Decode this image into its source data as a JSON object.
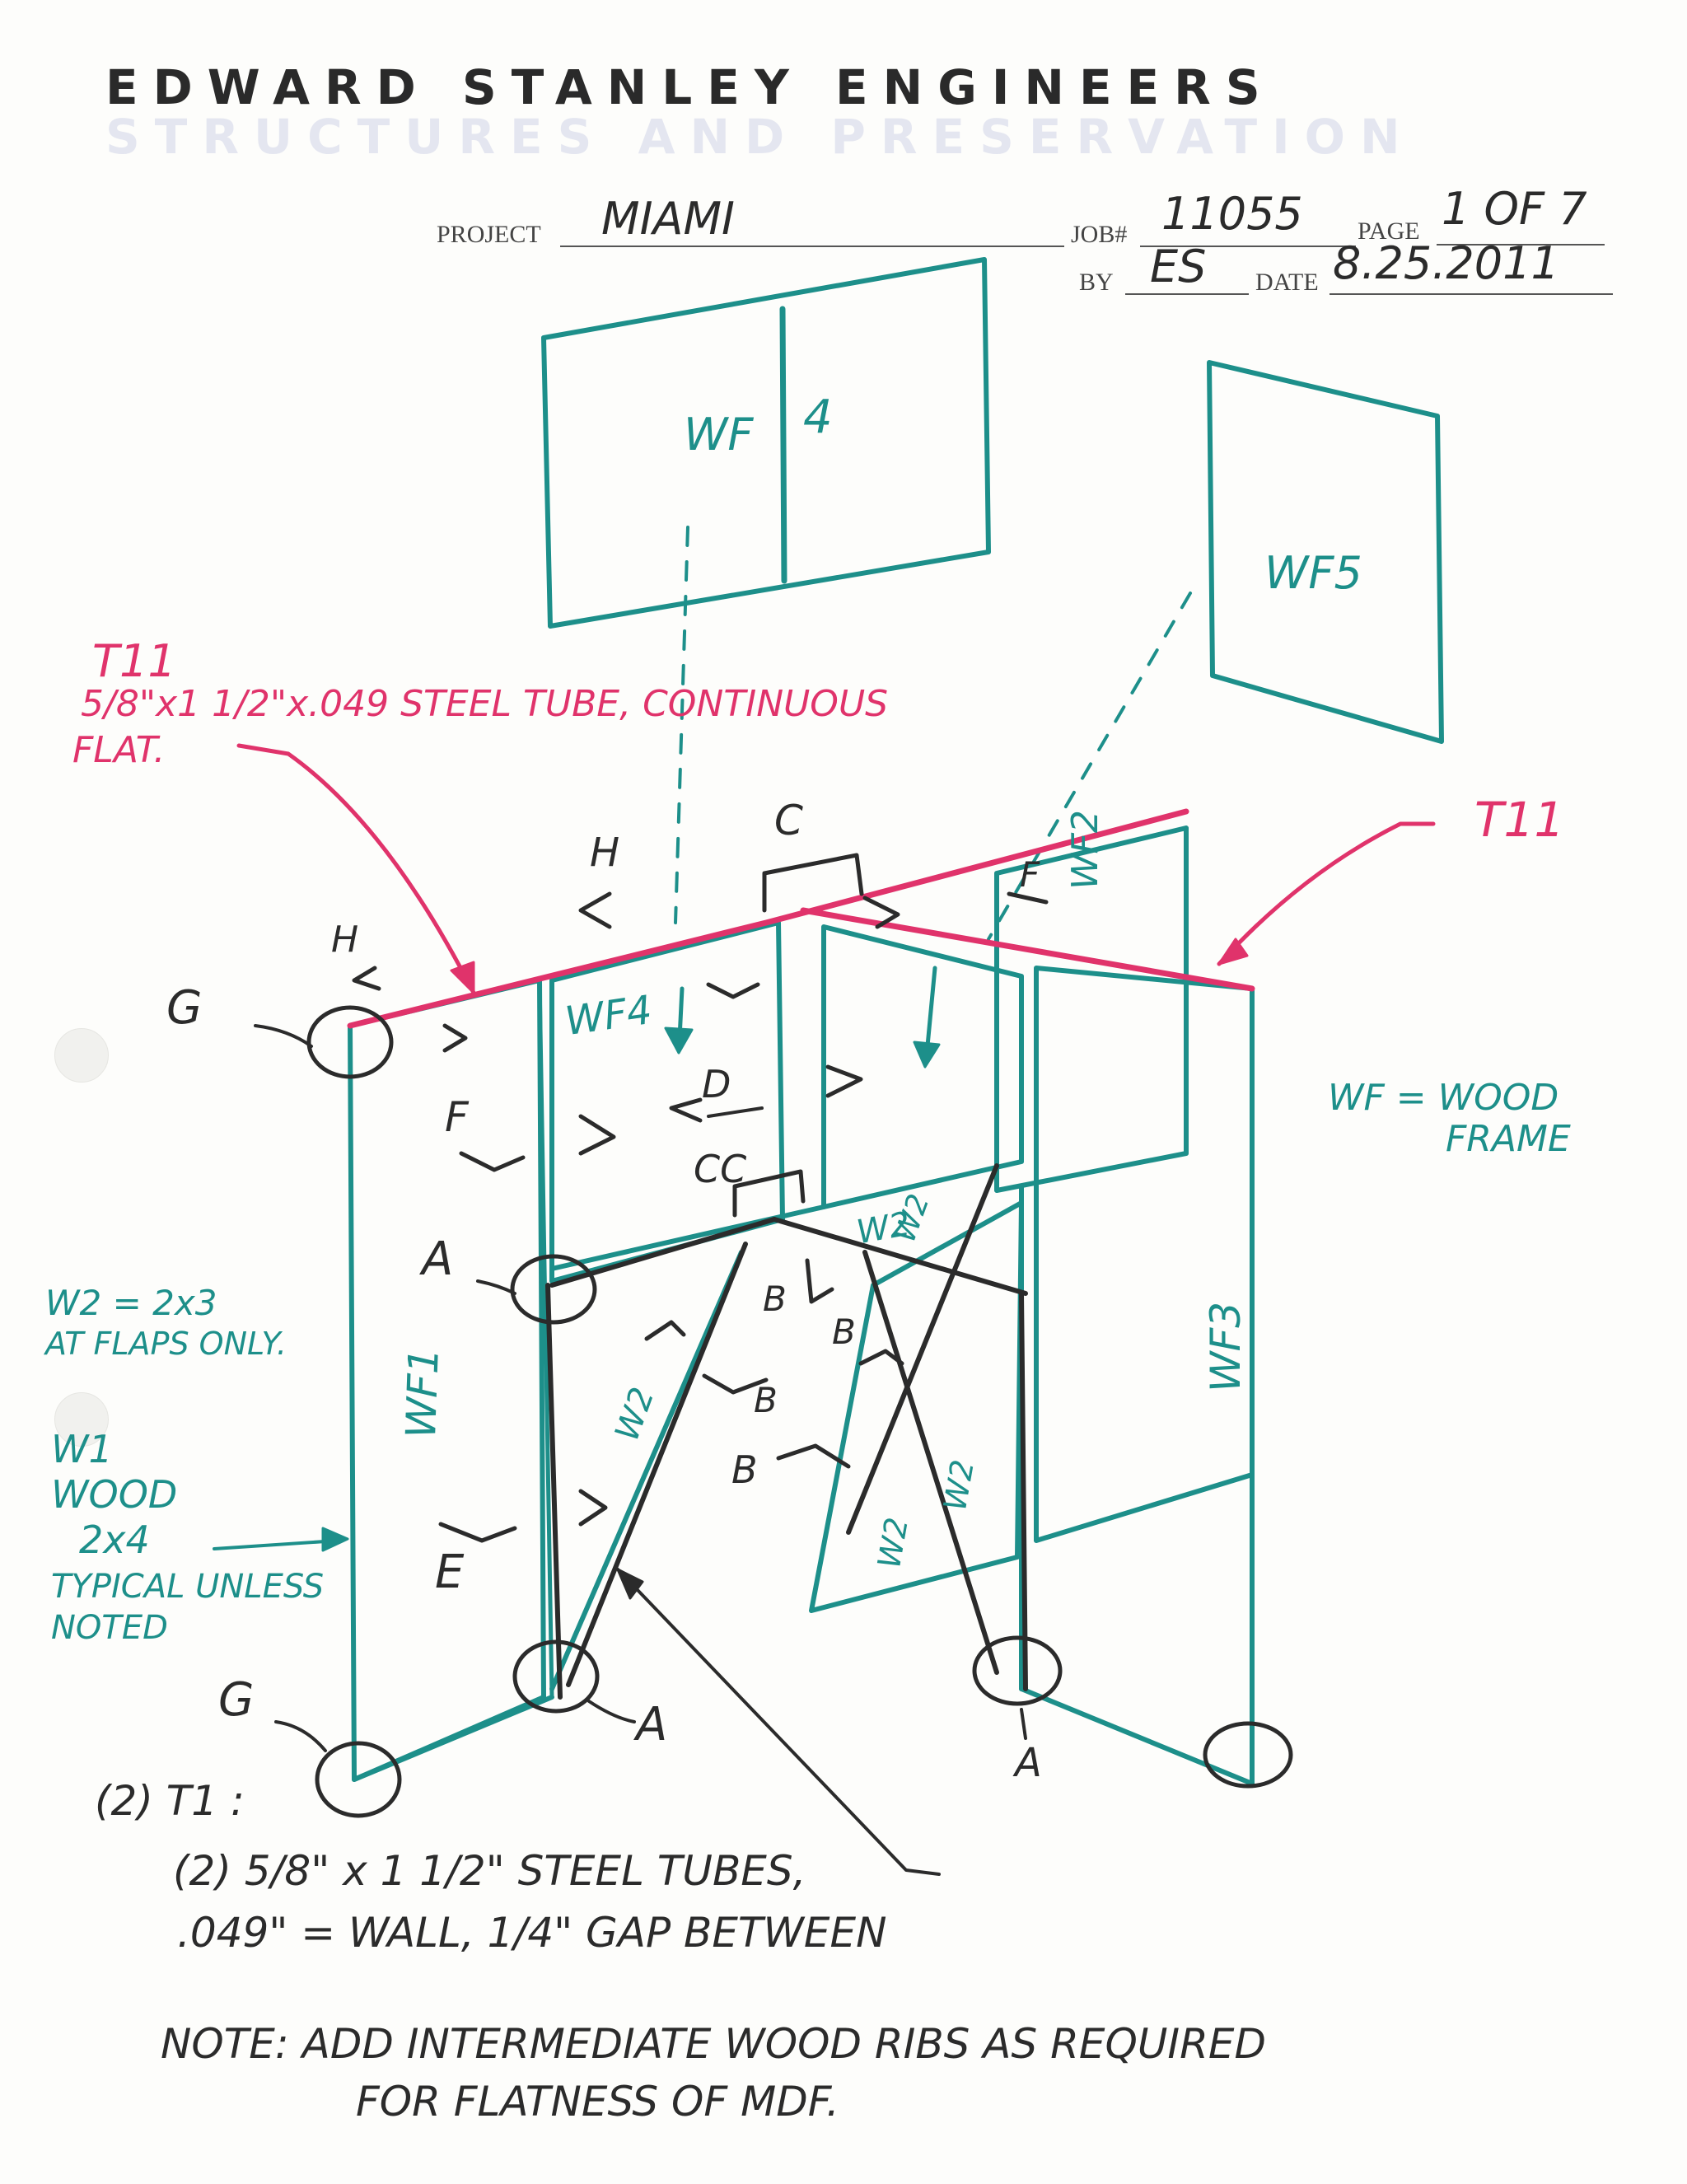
{
  "firm": {
    "name": "EDWARD STANLEY ENGINEERS",
    "tagline": "STRUCTURES AND PRESERVATION"
  },
  "title_block": {
    "project_label": "PROJECT",
    "project_value": "MIAMI",
    "job_label": "JOB#",
    "job_value": "11055",
    "page_label": "PAGE",
    "page_value": "1 OF 7",
    "by_label": "BY",
    "by_value": "ES",
    "date_label": "DATE",
    "date_value": "8.25.2011"
  },
  "panels": {
    "wf4_top": "WF",
    "wf4_top_num": "4",
    "wf5": "WF5",
    "wf4": "WF4",
    "wf2": "WF2",
    "wf1": "WF1",
    "wf3": "WF3"
  },
  "callouts": {
    "t11_left": "T11",
    "t11_left_line1": "5/8\"x1 1/2\"x.049 STEEL TUBE, CONTINUOUS",
    "t11_left_line2": "FLAT.",
    "t11_right": "T11",
    "wf_legend_line1": "WF = WOOD",
    "wf_legend_line2": "FRAME",
    "w2_note_line1": "W2 = 2x3",
    "w2_note_line2": "AT FLAPS ONLY.",
    "w1_line1": "W1",
    "w1_line2": "WOOD",
    "w1_line3": "2x4",
    "w1_line4": "TYPICAL UNLESS",
    "w1_line5": "NOTED",
    "t1_head": "(2) T1 :",
    "t1_line1": "(2) 5/8\" x 1 1/2\" STEEL TUBES,",
    "t1_line2": ".049\" = WALL, 1/4\" GAP BETWEEN",
    "note_line1": "NOTE: ADD INTERMEDIATE WOOD RIBS AS REQUIRED",
    "note_line2": "FOR FLATNESS OF MDF."
  },
  "joint_labels": {
    "c": "C",
    "h_top": "H",
    "h_left": "H",
    "g_top": "G",
    "g_bottom": "G",
    "f_left": "F",
    "f_right": "F",
    "d": "D",
    "cc": "CC",
    "a_left": "A",
    "a_bottom": "A",
    "a_right": "A",
    "b1": "B",
    "b2": "B",
    "b3": "B",
    "b4": "B",
    "e": "E",
    "w2_a": "W2",
    "w2_b": "W2",
    "w2_c": "W2",
    "w2_d": "W2",
    "w2_e": "W2"
  },
  "colors": {
    "teal": "#1d8f8a",
    "pink": "#e0336b",
    "black": "#2b2b2b"
  }
}
